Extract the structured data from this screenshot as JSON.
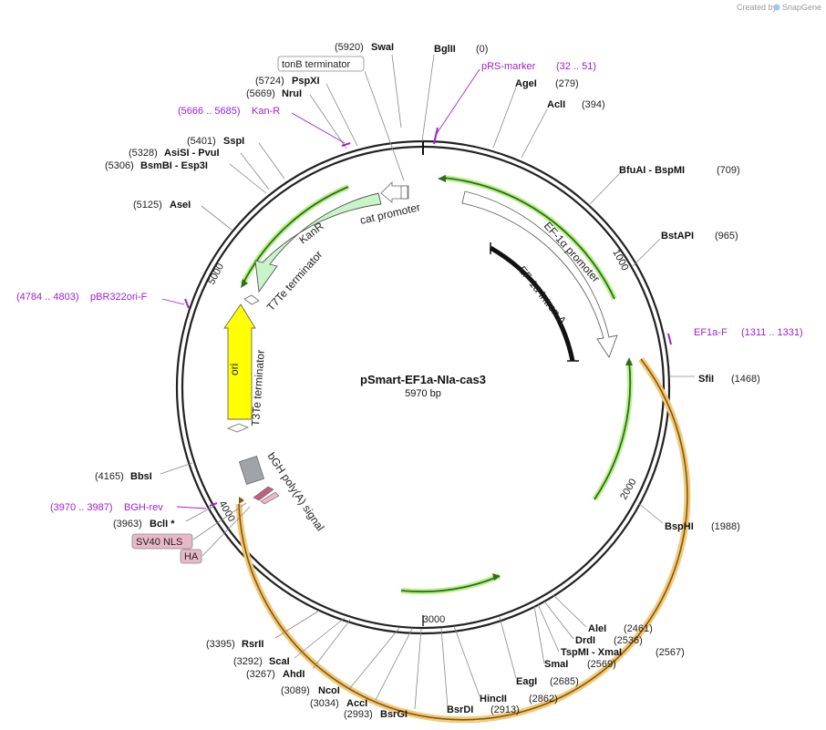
{
  "watermark": {
    "prefix": "Created by",
    "brand": "SnapGene"
  },
  "plasmid": {
    "name": "pSmart-EF1a-NIa-cas3",
    "length": "5970 bp",
    "total_bp": 5970
  },
  "enzymes": [
    {
      "name": "BglII",
      "pos": "(0)",
      "bp": 0
    },
    {
      "name": "AgeI",
      "pos": "(279)",
      "bp": 279
    },
    {
      "name": "AclI",
      "pos": "(394)",
      "bp": 394
    },
    {
      "name": "BfuAI - BspMI",
      "pos": "(709)",
      "bp": 709
    },
    {
      "name": "BstAPI",
      "pos": "(965)",
      "bp": 965
    },
    {
      "name": "SfiI",
      "pos": "(1468)",
      "bp": 1468
    },
    {
      "name": "BspHI",
      "pos": "(1988)",
      "bp": 1988
    },
    {
      "name": "AleI",
      "pos": "(2461)",
      "bp": 2461
    },
    {
      "name": "DrdI",
      "pos": "(2536)",
      "bp": 2536
    },
    {
      "name": "TspMI - XmaI",
      "pos": "(2567)",
      "bp": 2567
    },
    {
      "name": "SmaI",
      "pos": "(2569)",
      "bp": 2569
    },
    {
      "name": "EagI",
      "pos": "(2685)",
      "bp": 2685
    },
    {
      "name": "HincII",
      "pos": "(2862)",
      "bp": 2862
    },
    {
      "name": "BsrDI",
      "pos": "(2913)",
      "bp": 2913
    },
    {
      "name": "BsrGI",
      "pos": "(2993)",
      "bp": 2993
    },
    {
      "name": "AccI",
      "pos": "(3034)",
      "bp": 3034
    },
    {
      "name": "NcoI",
      "pos": "(3089)",
      "bp": 3089
    },
    {
      "name": "AhdI",
      "pos": "(3267)",
      "bp": 3267
    },
    {
      "name": "ScaI",
      "pos": "(3292)",
      "bp": 3292
    },
    {
      "name": "RsrII",
      "pos": "(3395)",
      "bp": 3395
    },
    {
      "name": "BclI *",
      "pos": "(3963)",
      "bp": 3963
    },
    {
      "name": "BbsI",
      "pos": "(4165)",
      "bp": 4165
    },
    {
      "name": "AseI",
      "pos": "(5125)",
      "bp": 5125
    },
    {
      "name": "BsmBI - Esp3I",
      "pos": "(5306)",
      "bp": 5306
    },
    {
      "name": "AsiSI - PvuI",
      "pos": "(5328)",
      "bp": 5328
    },
    {
      "name": "SspI",
      "pos": "(5401)",
      "bp": 5401
    },
    {
      "name": "NruI",
      "pos": "(5669)",
      "bp": 5669
    },
    {
      "name": "PspXI",
      "pos": "(5724)",
      "bp": 5724
    },
    {
      "name": "SwaI",
      "pos": "(5920)",
      "bp": 5920
    }
  ],
  "primers": [
    {
      "name": "pRS-marker",
      "range": "(32 .. 51)"
    },
    {
      "name": "EF1a-F",
      "range": "(1311 .. 1331)"
    },
    {
      "name": "BGH-rev",
      "range": "(3970 .. 3987)"
    },
    {
      "name": "Kan-R",
      "range": "(5666 .. 5685)"
    },
    {
      "name": "pBR322ori-F",
      "range": "(4784 .. 4803)"
    }
  ],
  "features": {
    "ef1a_promoter": "EF-1α promoter",
    "ef1a_intron": "EF-1α intron A",
    "cat_promoter": "cat promoter",
    "kanr": "KanR",
    "t7te": "T7Te terminator",
    "ori": "ori",
    "t3te": "T3Te terminator",
    "bgh": "bGH poly(A) signal",
    "tonb": "tonB terminator",
    "sv40": "SV40 NLS",
    "ha": "HA"
  },
  "ticks": [
    "1000",
    "2000",
    "3000",
    "4000",
    "5000"
  ],
  "colors": {
    "backbone": "#222222",
    "kanr": "#c8f5c8",
    "ori": "#ffff00",
    "orf_glow": "#f5c878",
    "green_glow": "#b6f08c",
    "primer": "#a020d0",
    "bgh": "#a0a4a8",
    "tag": "#e8b8c8"
  }
}
